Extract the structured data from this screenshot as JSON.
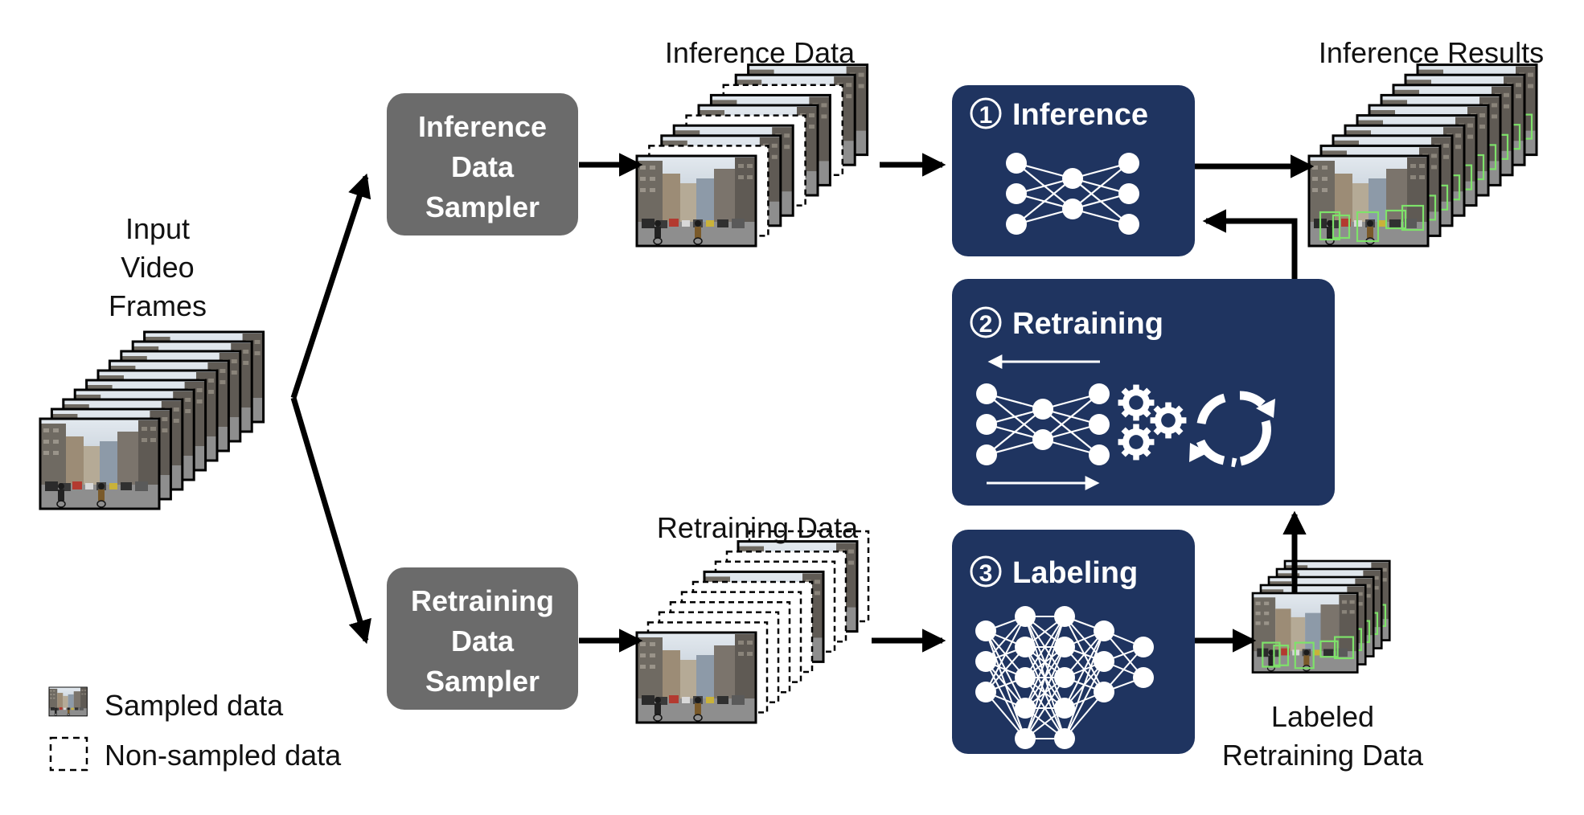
{
  "labels": {
    "input_frames": [
      "Input",
      "Video",
      "Frames"
    ],
    "inference_data": "Inference Data",
    "inference_results": "Inference Results",
    "retraining_data": "Retraining Data",
    "labeled_retraining_data": [
      "Labeled",
      "Retraining Data"
    ]
  },
  "samplers": {
    "inference": [
      "Inference",
      "Data",
      "Sampler"
    ],
    "retraining": [
      "Retraining",
      "Data",
      "Sampler"
    ]
  },
  "stages": {
    "inference": {
      "num": "1",
      "title": "Inference"
    },
    "retraining": {
      "num": "2",
      "title": "Retraining"
    },
    "labeling": {
      "num": "3",
      "title": "Labeling"
    }
  },
  "legend": {
    "sampled": "Sampled data",
    "non_sampled": "Non-sampled data"
  },
  "colors": {
    "stage_bg": "#1f3460",
    "sampler_bg": "#6b6b6b",
    "bbox": "#7ee26a"
  },
  "icons": {
    "frame": "street-scene-thumbnail",
    "network": "neural-network-icon",
    "gears": "gears-icon",
    "cycle": "refresh-cycle-icon"
  }
}
